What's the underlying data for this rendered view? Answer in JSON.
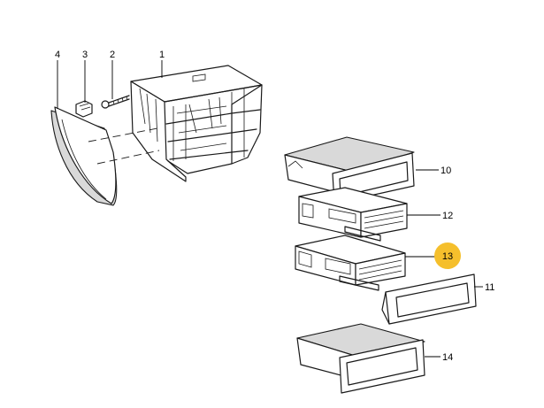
{
  "callouts": {
    "c1": "1",
    "c2": "2",
    "c3": "3",
    "c4": "4",
    "c10": "10",
    "c11": "11",
    "c12": "12",
    "c13": "13",
    "c14": "14"
  },
  "highlight": {
    "part_number": "13",
    "color": "#f5bf2c"
  }
}
